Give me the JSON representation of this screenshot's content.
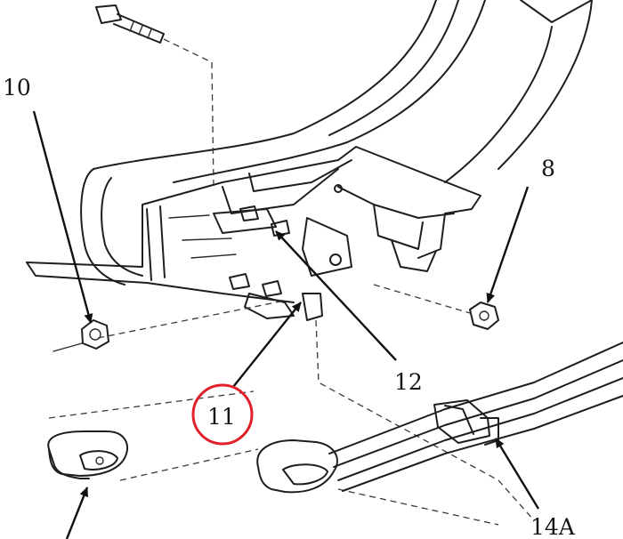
{
  "callouts": {
    "c10": "10",
    "c8": "8",
    "c11": "11",
    "c12": "12",
    "c14a": "14A"
  },
  "highlight_color": "#e0202a",
  "line_color": "#1e1e1e"
}
